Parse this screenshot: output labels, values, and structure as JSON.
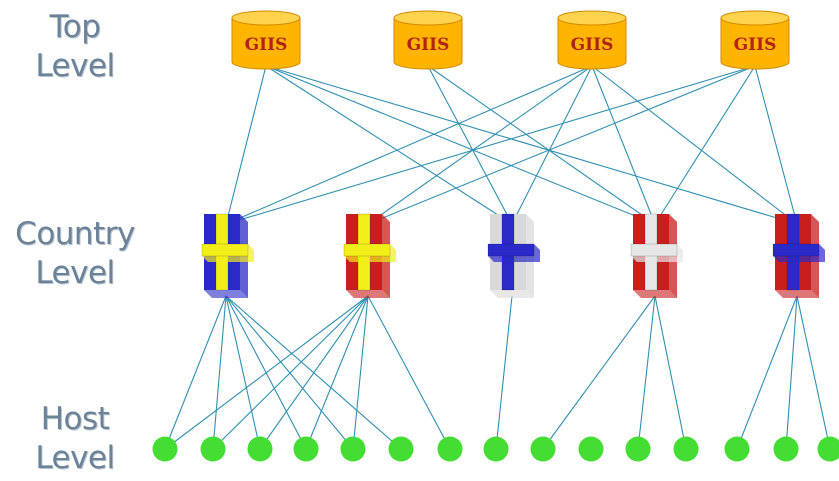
{
  "levels": {
    "top": "Top Level",
    "country": "Country Level",
    "host": "Host Level"
  },
  "top_nodes": [
    {
      "label": "GIIS"
    },
    {
      "label": "GIIS"
    },
    {
      "label": "GIIS"
    },
    {
      "label": "GIIS"
    }
  ],
  "country_nodes": [
    {
      "flag": "sweden",
      "field": "#2a2ac8",
      "cross": "#f2ee1a"
    },
    {
      "flag": "spain-red-yellow",
      "field": "#c81e1e",
      "cross": "#f2ee1a"
    },
    {
      "flag": "finland",
      "field": "#d9d9d9",
      "cross": "#2a2ac8"
    },
    {
      "flag": "denmark",
      "field": "#c81e1e",
      "cross": "#e6e6e6"
    },
    {
      "flag": "norway",
      "field": "#c81e1e",
      "cross": "#2a2ac8"
    }
  ],
  "host_count": 15,
  "colors": {
    "link": "#2f8fb0",
    "giis_fill": "#ffb400",
    "giis_top": "#ffd34d",
    "host_node": "#44dd33",
    "label": "#6b8299"
  }
}
